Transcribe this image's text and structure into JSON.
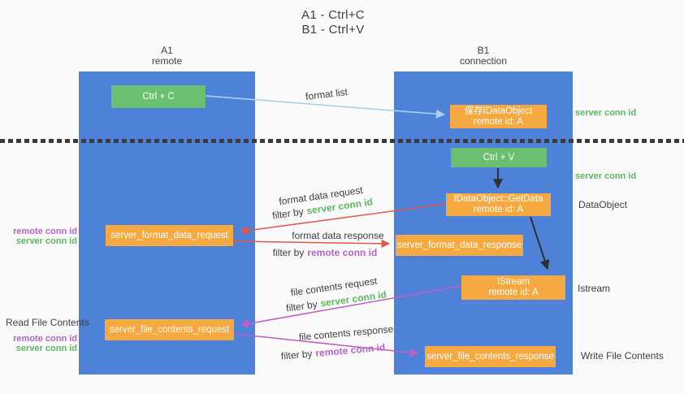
{
  "title": {
    "line1": "A1 - Ctrl+C",
    "line2": "B1 - Ctrl+V"
  },
  "colors": {
    "background": "#fafafa",
    "lane-blue": "#4d82d8",
    "box-green": "#6abf70",
    "box-orange": "#f7a941",
    "arrow-blue": "#a9cfec",
    "arrow-red": "#e2574e",
    "arrow-magenta": "#c25ec2",
    "arrow-black": "#2f2f2f",
    "label-green": "#5cb860",
    "label-purple": "#b563c8",
    "text-dark": "#3f3f3f",
    "dotted-line": "#3a3a3a"
  },
  "lanes": {
    "left": {
      "name": "A1",
      "sub": "remote"
    },
    "right": {
      "name": "B1",
      "sub": "connection"
    }
  },
  "nodes": {
    "ctrl_c": "Ctrl + C",
    "ctrl_v": "Ctrl + V",
    "save_dataobject": {
      "line1": "保存IDataObject",
      "line2": "remote id: A"
    },
    "getdata": {
      "line1": "IDataObject::GetData",
      "line2": "remote id: A"
    },
    "istream": {
      "line1": "IStream",
      "line2": "remote id: A"
    },
    "format_request": "server_format_data_request",
    "format_response": "server_format_data_response",
    "file_request": "server_file_contents_request",
    "file_response": "server_file_contents_response"
  },
  "side_labels": {
    "server_conn_id_top": "server conn id",
    "server_conn_id_mid": "server conn id",
    "dataobject": "DataObject",
    "istream": "Istream",
    "write_file_contents": "Write File Contents",
    "read_file_contents": "Read File Contents",
    "pair_format": {
      "remote": "remote conn id",
      "server": "server conn id"
    },
    "pair_file": {
      "remote": "remote conn id",
      "server": "server conn id"
    }
  },
  "flow_labels": {
    "format_list": "format list",
    "format_data_request": "format data request",
    "filter_by_server_1": {
      "prefix": "filter by",
      "key": "server conn id"
    },
    "format_data_response": "format data response",
    "filter_by_remote_1": {
      "prefix": "filter by",
      "key": "remote conn id"
    },
    "file_contents_request": "file contents request",
    "filter_by_server_2": {
      "prefix": "filter by",
      "key": "server conn id"
    },
    "file_contents_response": "file contents response",
    "filter_by_remote_2": {
      "prefix": "filter by",
      "key": "remote conn id"
    }
  }
}
